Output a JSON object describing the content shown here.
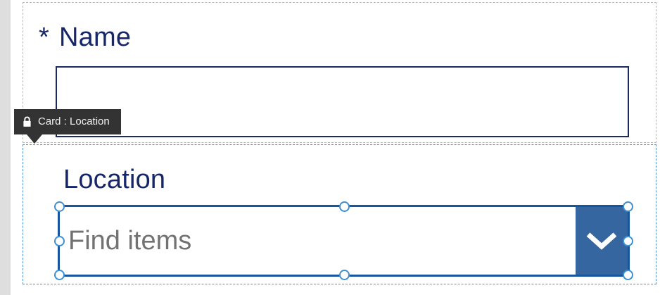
{
  "colors": {
    "label_navy": "#16266b",
    "input_border_navy": "#1b2a63",
    "selection_blue": "#3f8ed0",
    "combobox_border_blue": "#15569e",
    "dropdown_button_blue": "#35669f",
    "placeholder_gray": "#727272",
    "card_dash_gray": "#b5b5b5",
    "card_dash_selected_blue": "#4a90d9",
    "tooltip_bg": "#333333",
    "gutter_gray": "#dedede"
  },
  "cards": {
    "name_card": {
      "required_marker": "*",
      "label": "Name",
      "input": {
        "value": "",
        "placeholder": ""
      }
    },
    "location_card": {
      "label": "Location",
      "combobox": {
        "value": "",
        "placeholder": "Find items",
        "dropdown_icon": "chevron-down-icon",
        "selected": true
      }
    }
  },
  "tooltip": {
    "icon": "lock-icon",
    "text": "Card : Location"
  }
}
